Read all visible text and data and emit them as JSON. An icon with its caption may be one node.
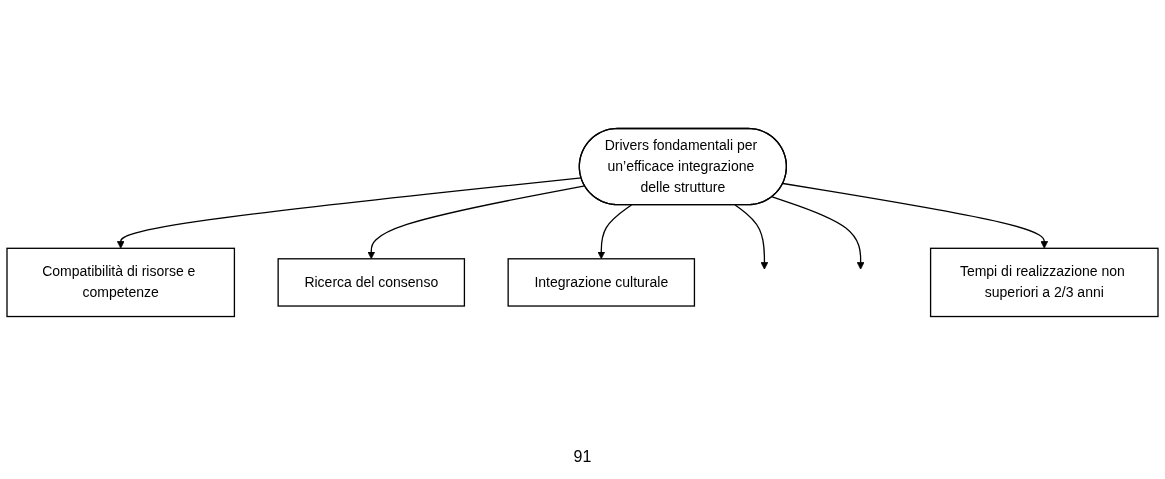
{
  "diagram": {
    "nodes": [
      {
        "text": [
          "Drivers fondamentali per un’efficace integrazione delle strutture"
        ]
      },
      {
        "text": [
          "Compatibilità di risorse e competenze"
        ]
      },
      {
        "text": [
          "Ricerca del consenso"
        ]
      },
      {
        "text": [
          "Integrazione culturale"
        ]
      },
      {
        "text": [
          "Tempi di realizzazione non superiori a 2/3 anni"
        ]
      }
    ],
    "edges": [
      {
        "from": 0,
        "to": 1,
        "arrow": "to"
      },
      {
        "from": 0,
        "to": 2,
        "arrow": "to"
      },
      {
        "from": 0,
        "to": 3,
        "arrow": "to"
      },
      {
        "from": 0,
        "to": null,
        "arrow": "to"
      },
      {
        "from": 0,
        "to": null,
        "arrow": "to"
      },
      {
        "from": 0,
        "to": 4,
        "arrow": "to"
      }
    ],
    "labels": [
      "91"
    ]
  }
}
